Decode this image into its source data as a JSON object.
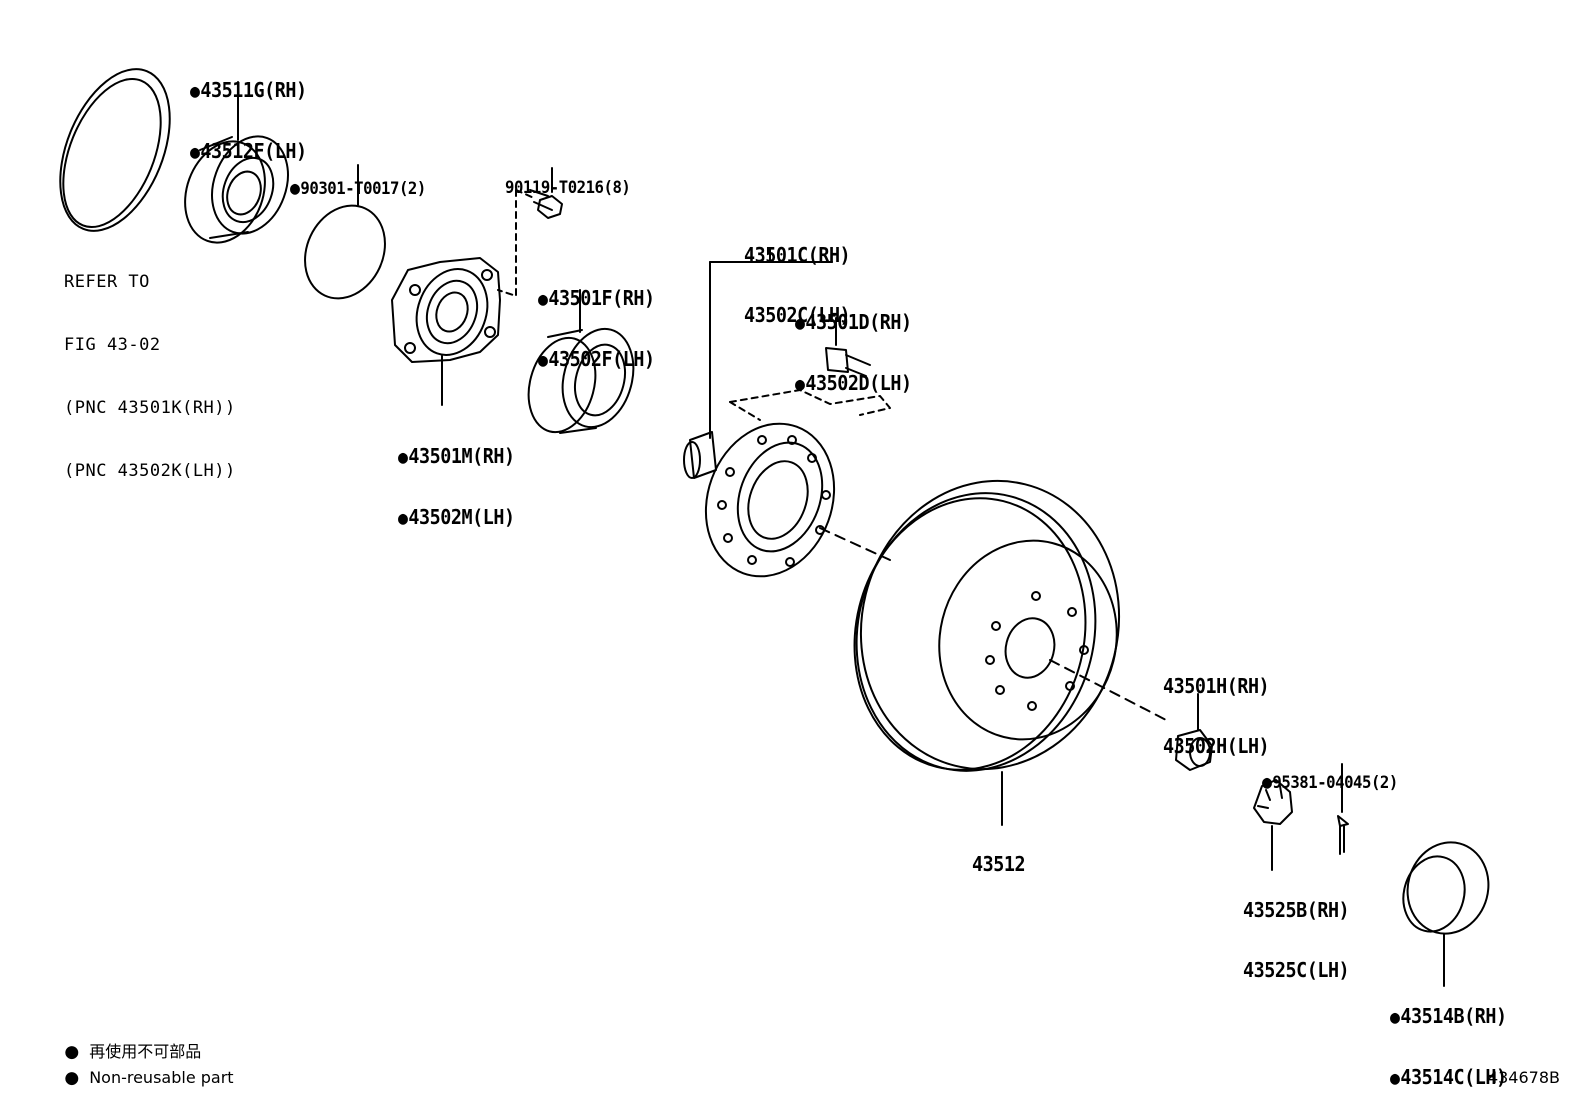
{
  "diagram": {
    "parts": [
      {
        "id": "oil-seal",
        "lines": [
          "43511G(RH)",
          "43512F(LH)"
        ],
        "non_reusable": true
      },
      {
        "id": "o-ring",
        "lines": [
          "90301-T0017(2)"
        ],
        "non_reusable": true
      },
      {
        "id": "bolt",
        "lines": [
          "90119-T0216(8)"
        ],
        "non_reusable": false
      },
      {
        "id": "ref-note",
        "lines": [
          "REFER TO",
          "FIG 43-02",
          "(PNC 43501K(RH))",
          "(PNC 43502K(LH))"
        ],
        "non_reusable": false
      },
      {
        "id": "bearing",
        "lines": [
          "43501F(RH)",
          "43502F(LH)"
        ],
        "non_reusable": true
      },
      {
        "id": "knuckle",
        "lines": [
          "43501M(RH)",
          "43502M(LH)"
        ],
        "non_reusable": true
      },
      {
        "id": "axle-hub",
        "lines": [
          "43501C(RH)",
          "43502C(LH)"
        ],
        "non_reusable": false
      },
      {
        "id": "hub-bolt",
        "lines": [
          "43501D(RH)",
          "43502D(LH)"
        ],
        "non_reusable": true
      },
      {
        "id": "disc-rotor",
        "lines": [
          "43512"
        ],
        "non_reusable": false
      },
      {
        "id": "hub-nut",
        "lines": [
          "43501H(RH)",
          "43502H(LH)"
        ],
        "non_reusable": false
      },
      {
        "id": "cotter-pin",
        "lines": [
          "95381-04045(2)"
        ],
        "non_reusable": true
      },
      {
        "id": "nut-lock-cap",
        "lines": [
          "43525B(RH)",
          "43525C(LH)"
        ],
        "non_reusable": false
      },
      {
        "id": "grease-cap",
        "lines": [
          "43514B(RH)",
          "43514C(LH)"
        ],
        "non_reusable": true
      }
    ]
  },
  "legend": {
    "jp": "再使用不可部品",
    "en": "Non-reusable part"
  },
  "figure_number": "434678B"
}
